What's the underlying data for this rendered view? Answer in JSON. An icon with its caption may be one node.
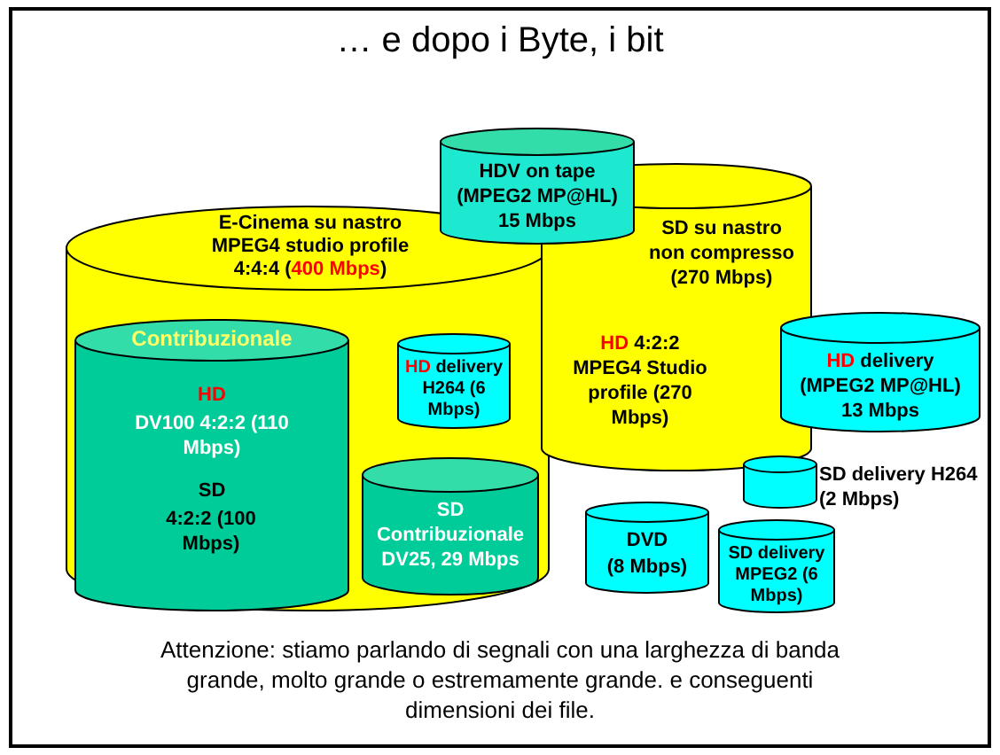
{
  "diagram": {
    "title": "… e dopo i Byte, i bit",
    "nodes": [
      {
        "text": [
          "E-Cinema su nastro MPEG4 studio profile 4:4:4 (400 Mbps)"
        ]
      },
      {
        "text": [
          "SD su nastro non compresso (270 Mbps)",
          "HD 4:2:2 MPEG4 Studio profile (270 Mbps)"
        ]
      },
      {
        "text": [
          "HDV on tape (MPEG2 MP@HL) 15 Mbps"
        ]
      },
      {
        "text": [
          "Contribuzionale",
          "HD",
          "DV100 4:2:2 (110 Mbps)",
          "SD",
          "4:2:2 (100 Mbps)"
        ],
        "in": 0
      },
      {
        "text": [
          "HD delivery H264 (6 Mbps)"
        ],
        "in": 0
      },
      {
        "text": [
          "SD Contribuzionale DV25, 29 Mbps"
        ],
        "in": 0
      },
      {
        "text": [
          "HD delivery (MPEG2 MP@HL) 13 Mbps"
        ]
      },
      {
        "text": [],
        "shape": "cylinder",
        "beside": [
          "SD delivery H264 (2 Mbps)"
        ]
      },
      {
        "text": [
          "DVD",
          "(8 Mbps)"
        ]
      },
      {
        "text": [
          "SD delivery MPEG2 (6 Mbps)"
        ]
      }
    ],
    "edges": [],
    "caption": "Attenzione: stiamo parlando di segnali con una larghezza di banda grande, molto grande o estremamente grande. e conseguenti dimensioni dei file."
  }
}
